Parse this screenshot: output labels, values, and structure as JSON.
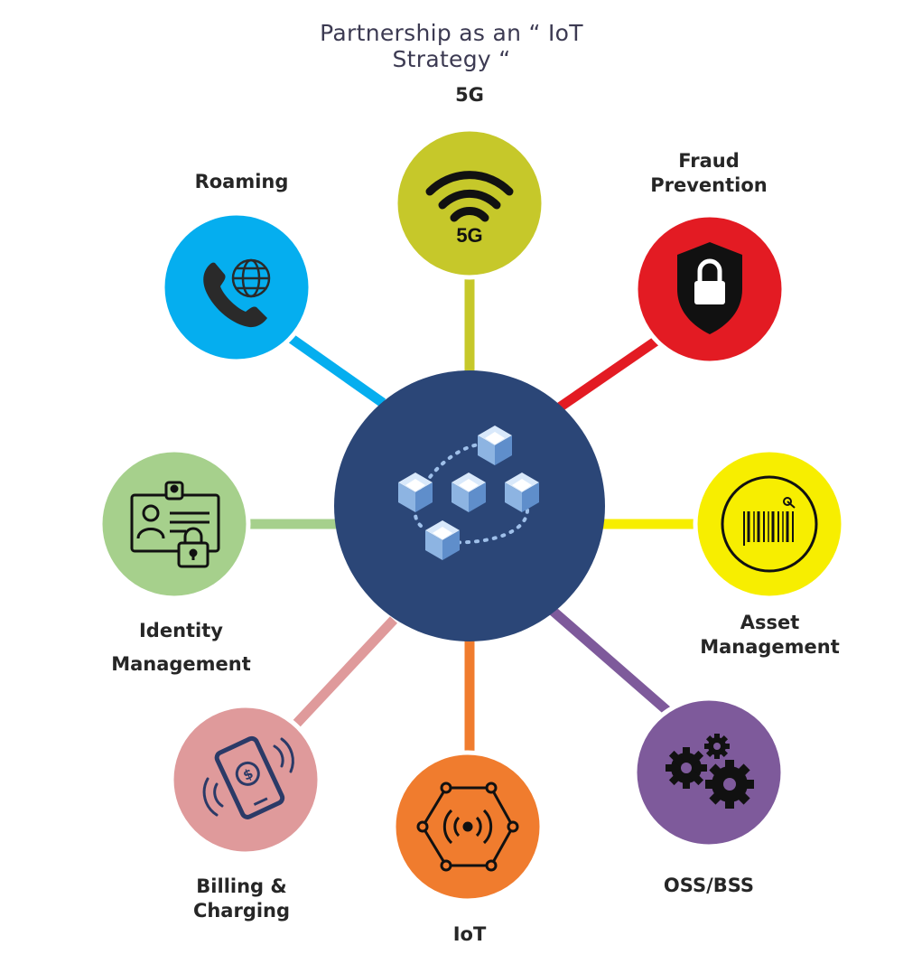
{
  "title": "Partnership as an “ IoT Strategy “",
  "hub": {
    "icon": "blockchain-cubes-icon",
    "color": "#2b4677"
  },
  "nodes": [
    {
      "id": "5g",
      "label": "5G",
      "icon": "wifi-5g-icon",
      "color": "#c6c82a",
      "icon_text": "5G"
    },
    {
      "id": "fraud",
      "label_line1": "Fraud",
      "label_line2": "Prevention",
      "icon": "shield-lock-icon",
      "color": "#e31b23"
    },
    {
      "id": "asset",
      "label_line1": "Asset",
      "label_line2": "Management",
      "icon": "barcode-tag-icon",
      "color": "#f7ee00"
    },
    {
      "id": "oss",
      "label": "OSS/BSS",
      "icon": "gears-icon",
      "color": "#7e5a9b"
    },
    {
      "id": "iot",
      "label": "IoT",
      "icon": "iot-network-icon",
      "color": "#f07c2e"
    },
    {
      "id": "billing",
      "label_line1": "Billing &",
      "label_line2": "Charging",
      "icon": "mobile-payment-icon",
      "color": "#df9a9b"
    },
    {
      "id": "identity",
      "label_line1": "Identity",
      "label_line2": "Management",
      "icon": "id-card-lock-icon",
      "color": "#a6d08c"
    },
    {
      "id": "roaming",
      "label": "Roaming",
      "icon": "phone-globe-icon",
      "color": "#05aeef"
    }
  ]
}
